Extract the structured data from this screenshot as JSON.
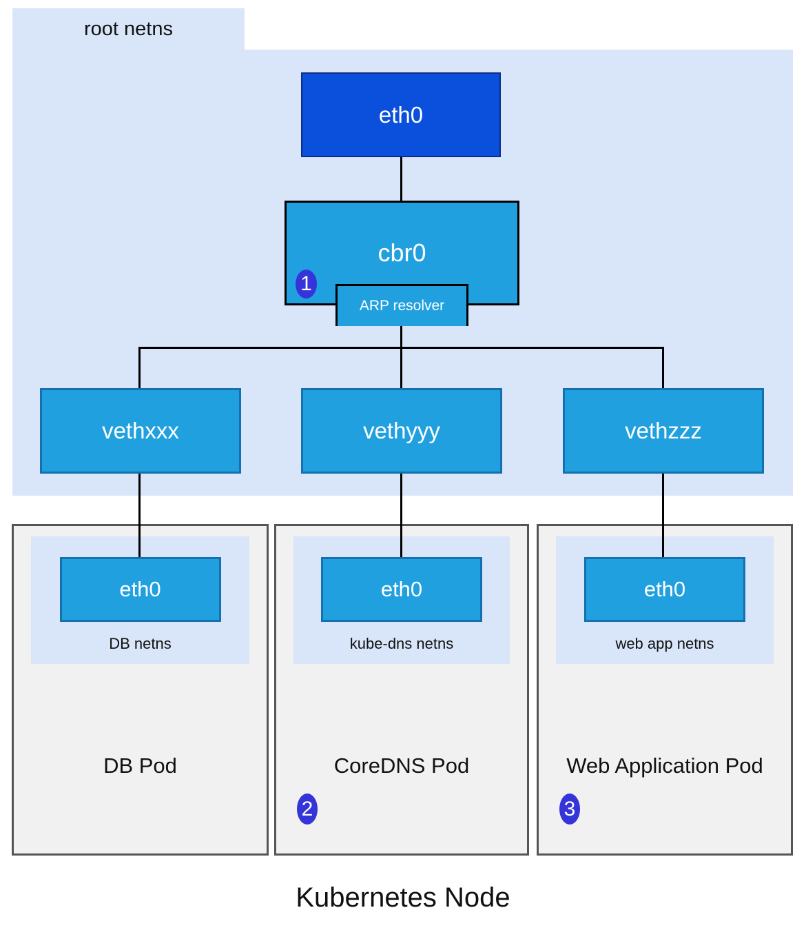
{
  "diagram": {
    "root_netns_label": "root netns",
    "node_title": "Kubernetes Node"
  },
  "devices": {
    "root_eth0": "eth0",
    "bridge": "cbr0",
    "arp": "ARP resolver",
    "veth": [
      "vethxxx",
      "vethyyy",
      "vethzzz"
    ]
  },
  "steps": {
    "s1": "1",
    "s2": "2",
    "s3": "3"
  },
  "pods": [
    {
      "iface": "eth0",
      "netns": "DB netns",
      "name": "DB Pod"
    },
    {
      "iface": "eth0",
      "netns": "kube-dns netns",
      "name": "CoreDNS Pod",
      "step": "2"
    },
    {
      "iface": "eth0",
      "netns": "web app netns",
      "name": "Web Application Pod",
      "step": "3"
    }
  ],
  "colors": {
    "canvas_bg": "#ffffff",
    "netns_bg": "#d9e6fa",
    "box_blue": "#21a0e0",
    "box_blue_border": "#1470ae",
    "root_eth0_bg": "#0a50dc",
    "root_eth0_border": "#0a2d85",
    "pod_bg": "#f1f1f1",
    "pod_border": "#555555",
    "badge_bg": "#3434d9",
    "line": "#000000"
  }
}
